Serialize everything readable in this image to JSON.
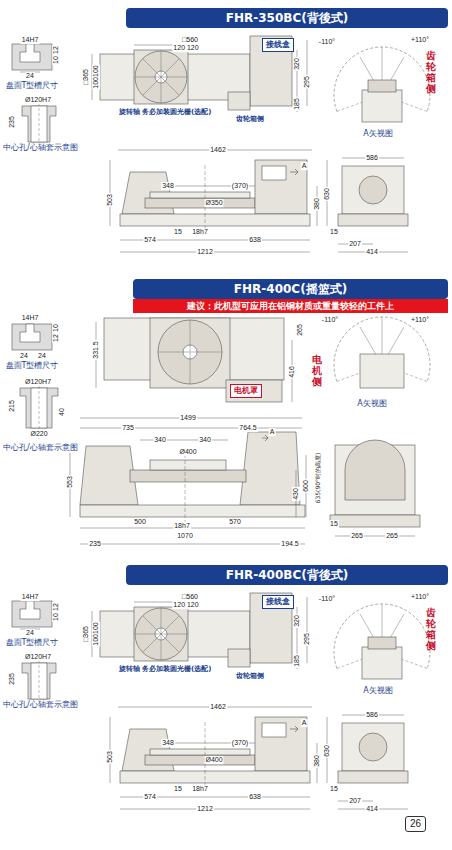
{
  "diagram": {
    "nodes": [
      {
        "text": [
          "FHR-350BC(背後式)"
        ]
      },
      {
        "text": [
          "接线盒"
        ]
      },
      {
        "text": [
          "FHR-400C(摇篮式)"
        ]
      },
      {
        "text": [
          "建议：此机型可应用在铝铜材质或重量较轻的工件上"
        ]
      },
      {
        "text": [
          "电机罩"
        ]
      },
      {
        "text": [
          "FHR-400BC(背後式)"
        ]
      },
      {
        "text": [
          "接线盒"
        ]
      },
      {
        "text": [
          "26"
        ]
      }
    ],
    "labels": [
      "14H7",
      "12",
      "10",
      "24",
      "盘面T型槽尺寸",
      "Ø120H7",
      "235",
      "中心孔/心轴套示意图",
      "□560",
      "120 120",
      "□365",
      "100100",
      "旋转轴 务必加装圆光栅(选配)",
      "齿轮箱侧",
      "320",
      "295",
      "185",
      "-110°",
      "+110°",
      "齿轮箱侧",
      "A矢视图",
      "1462",
      "348",
      "(370)",
      "Ø350",
      "A",
      "503",
      "380",
      "630",
      "574",
      "18h7",
      "638",
      "1212",
      "15",
      "586",
      "207",
      "414",
      "15",
      "14H7",
      "10",
      "12",
      "24",
      "24",
      "盘面T型槽尺寸",
      "Ø120H7",
      "215",
      "40",
      "Ø220",
      "中心孔/心轴套示意图",
      "331.5",
      "265",
      "416",
      "电机侧",
      "-110°",
      "+110°",
      "A矢视图",
      "1499",
      "735",
      "764.5",
      "340",
      "340",
      "Ø400",
      "A",
      "553",
      "430",
      "600",
      "635(90°时的高度)",
      "500",
      "18h7",
      "570",
      "1070",
      "235",
      "194.5",
      "265",
      "265",
      "15",
      "14H7",
      "12",
      "10",
      "24",
      "盘面T型槽尺寸",
      "Ø120H7",
      "235",
      "中心孔/心轴套示意图",
      "□560",
      "120 120",
      "□365",
      "100100",
      "旋转轴 务必加装圆光栅(选配)",
      "齿轮箱侧",
      "320",
      "295",
      "185",
      "-110°",
      "+110°",
      "齿轮箱侧",
      "A矢视图",
      "1462",
      "348",
      "(370)",
      "Ø400",
      "A",
      "503",
      "380",
      "630",
      "574",
      "18h7",
      "638",
      "1212",
      "15",
      "586",
      "207",
      "414",
      "15"
    ]
  }
}
